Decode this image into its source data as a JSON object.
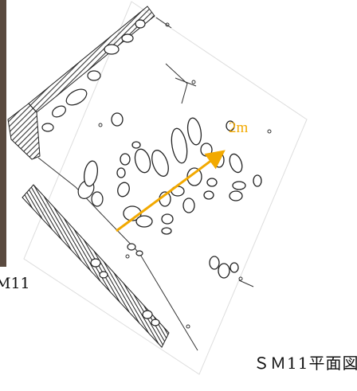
{
  "figure": {
    "caption": "ＳＭ11平面図",
    "caption_left_fragment": "M11",
    "scale_label": "2m",
    "colors": {
      "line": "#222222",
      "hatch": "#333333",
      "accent": "#f2a900",
      "photo_strip": "#5a4a3f"
    }
  }
}
